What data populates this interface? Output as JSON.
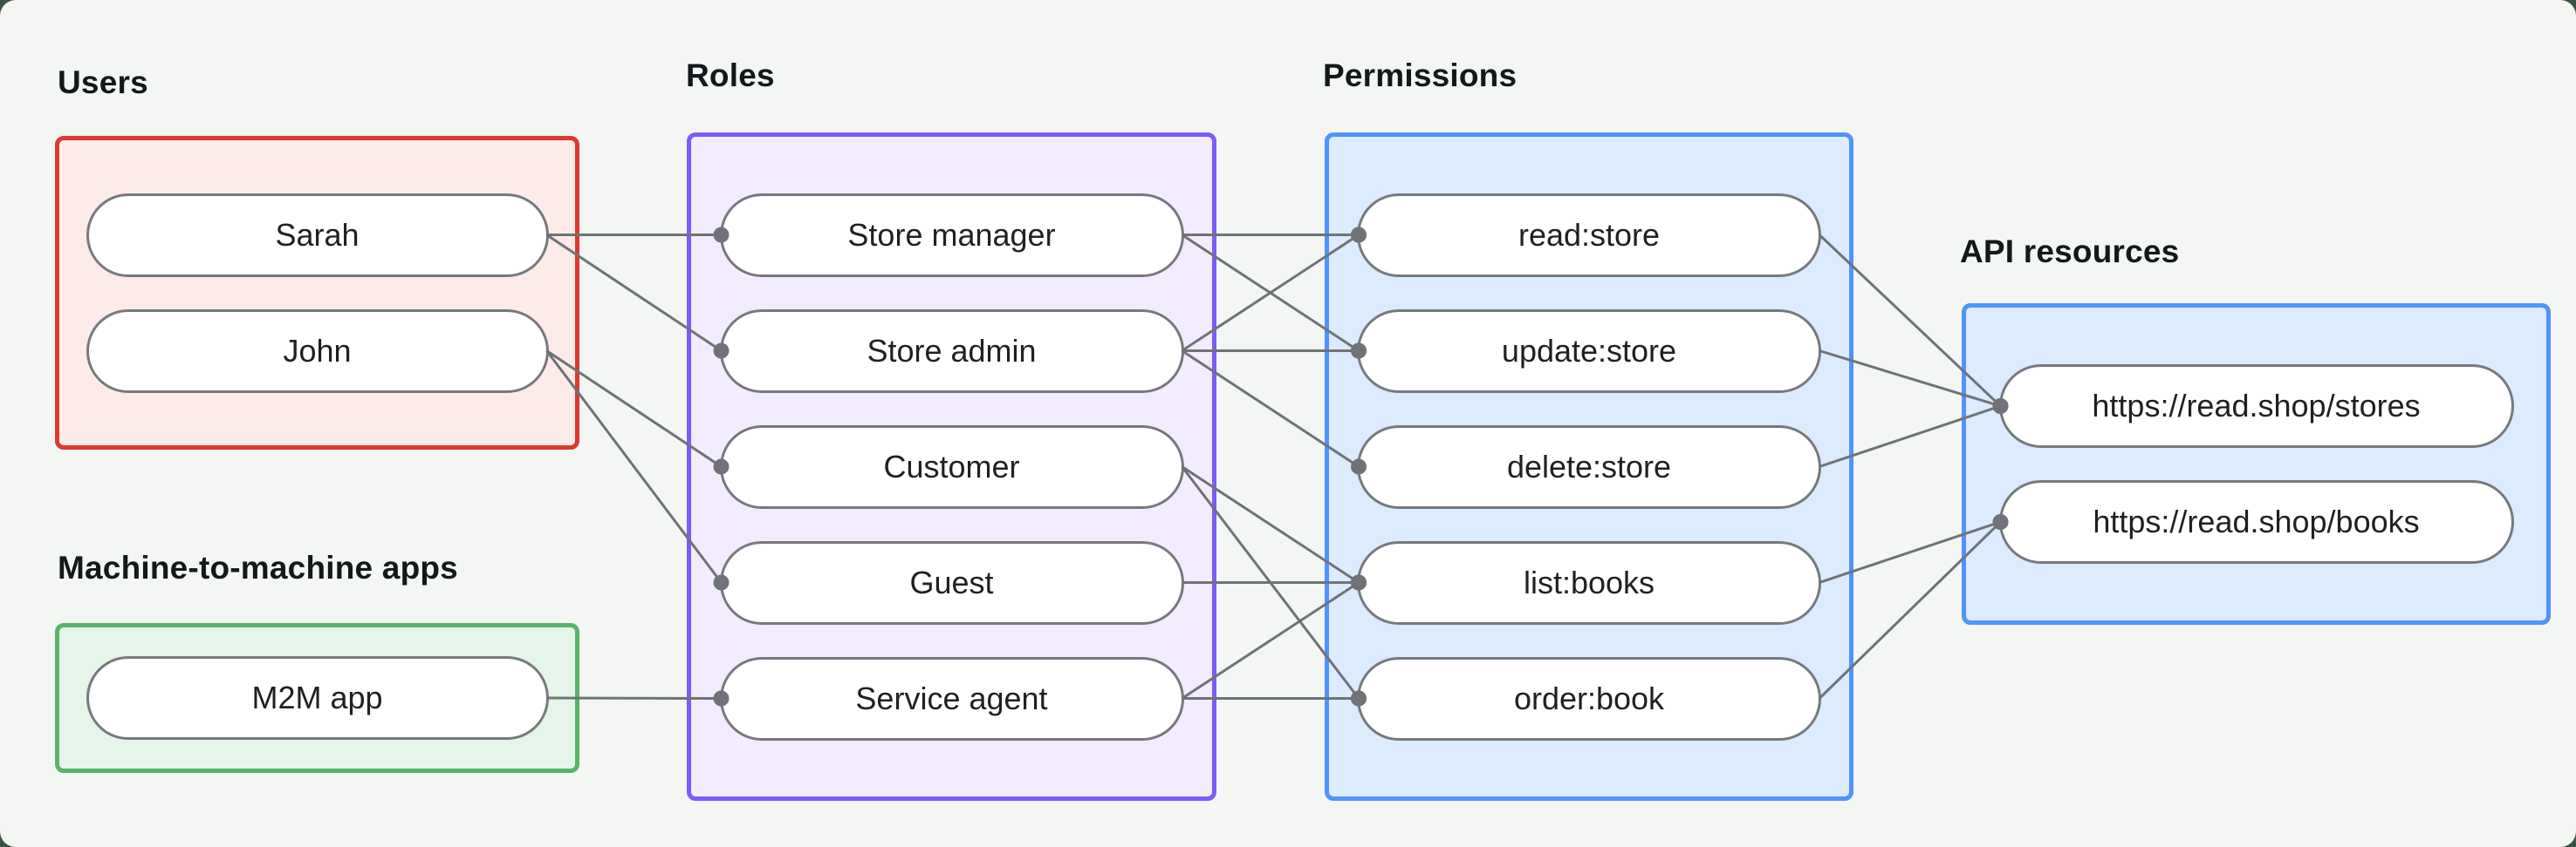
{
  "diagram": {
    "background_outer": "#3a5244",
    "background_panel": "#f4f6f4",
    "edge_color": "#6f7377",
    "node_fill": "#ffffff",
    "node_border": "#76797d",
    "groups": [
      {
        "id": "users",
        "label": "Users",
        "border": "#da3a32",
        "fill": "#fdebe9",
        "nodes": [
          {
            "id": "sarah",
            "label": "Sarah"
          },
          {
            "id": "john",
            "label": "John"
          }
        ]
      },
      {
        "id": "m2m",
        "label": "Machine-to-machine apps",
        "border": "#57b468",
        "fill": "#e6f5e9",
        "nodes": [
          {
            "id": "m2m-app",
            "label": "M2M app"
          }
        ]
      },
      {
        "id": "roles",
        "label": "Roles",
        "border": "#7b5bfb",
        "fill": "#f2ecfe",
        "nodes": [
          {
            "id": "store-manager",
            "label": "Store manager"
          },
          {
            "id": "store-admin",
            "label": "Store admin"
          },
          {
            "id": "customer",
            "label": "Customer"
          },
          {
            "id": "guest",
            "label": "Guest"
          },
          {
            "id": "service-agent",
            "label": "Service agent"
          }
        ]
      },
      {
        "id": "permissions",
        "label": "Permissions",
        "border": "#4f94fa",
        "fill": "#dcebfd",
        "nodes": [
          {
            "id": "read-store",
            "label": "read:store"
          },
          {
            "id": "update-store",
            "label": "update:store"
          },
          {
            "id": "delete-store",
            "label": "delete:store"
          },
          {
            "id": "list-books",
            "label": "list:books"
          },
          {
            "id": "order-book",
            "label": "order:book"
          }
        ]
      },
      {
        "id": "api",
        "label": "API resources",
        "border": "#4f94fa",
        "fill": "#dcebfd",
        "nodes": [
          {
            "id": "stores",
            "label": "https://read.shop/stores"
          },
          {
            "id": "books",
            "label": "https://read.shop/books"
          }
        ]
      }
    ],
    "edges": [
      {
        "from": "sarah",
        "to": "store-manager"
      },
      {
        "from": "sarah",
        "to": "store-admin"
      },
      {
        "from": "john",
        "to": "customer"
      },
      {
        "from": "john",
        "to": "guest"
      },
      {
        "from": "m2m-app",
        "to": "service-agent"
      },
      {
        "from": "store-manager",
        "to": "read-store"
      },
      {
        "from": "store-manager",
        "to": "update-store"
      },
      {
        "from": "store-admin",
        "to": "read-store"
      },
      {
        "from": "store-admin",
        "to": "update-store"
      },
      {
        "from": "store-admin",
        "to": "delete-store"
      },
      {
        "from": "customer",
        "to": "list-books"
      },
      {
        "from": "customer",
        "to": "order-book"
      },
      {
        "from": "guest",
        "to": "list-books"
      },
      {
        "from": "service-agent",
        "to": "list-books"
      },
      {
        "from": "service-agent",
        "to": "order-book"
      },
      {
        "from": "read-store",
        "to": "stores"
      },
      {
        "from": "update-store",
        "to": "stores"
      },
      {
        "from": "delete-store",
        "to": "stores"
      },
      {
        "from": "list-books",
        "to": "books"
      },
      {
        "from": "order-book",
        "to": "books"
      }
    ]
  }
}
